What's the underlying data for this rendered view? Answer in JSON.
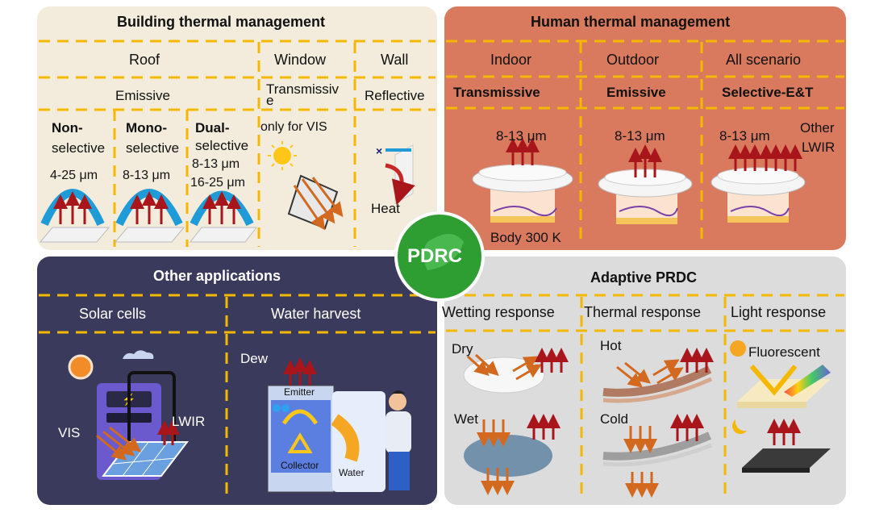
{
  "building": {
    "title": "Building thermal management",
    "roof": "Roof",
    "window": "Window",
    "wall": "Wall",
    "emissive": "Emissive",
    "transmissive": "Transmissiv\ne",
    "reflective": "Reflective",
    "only_vis": "only for VIS",
    "non": "Non-",
    "non2": "selective",
    "mono": "Mono-",
    "mono2": "selective",
    "dual": "Dual-",
    "dual2": "selective",
    "range1": "4-25 μm",
    "range2": "8-13 μm",
    "range3a": "8-13 μm",
    "range3b": "16-25 μm",
    "heat": "Heat"
  },
  "human": {
    "title": "Human thermal management",
    "indoor": "Indoor",
    "outdoor": "Outdoor",
    "all": "All scenario",
    "transmissive": "Transmissive",
    "emissive": "Emissive",
    "selective": "Selective-E&T",
    "w1": "8-13 μm",
    "w2": "8-13 μm",
    "w3": "8-13 μm",
    "other": "Other",
    "lwir": "LWIR",
    "body": "Body 300 K"
  },
  "center": {
    "label": "PDRC"
  },
  "other": {
    "title": "Other applications",
    "solar": "Solar cells",
    "water": "Water harvest",
    "vis": "VIS",
    "lwir": "LWIR",
    "dew": "Dew",
    "emitter": "Emitter",
    "collector": "Collector",
    "water_label": "Water"
  },
  "adaptive": {
    "title": "Adaptive PRDC",
    "wetting": "Wetting response",
    "thermal": "Thermal response",
    "light": "Light response",
    "dry": "Dry",
    "wet": "Wet",
    "hot": "Hot",
    "cold": "Cold",
    "fluorescent": "Fluorescent"
  },
  "colors": {
    "building_bg": "#f3ecdc",
    "human_bg": "#d97a5e",
    "other_bg": "#3a3b5c",
    "adaptive_bg": "#dcdcdc",
    "dash": "#f5b800",
    "pdrc": "#2e9e33",
    "arrow_red": "#a8151b",
    "arrow_orange": "#d2691e"
  }
}
